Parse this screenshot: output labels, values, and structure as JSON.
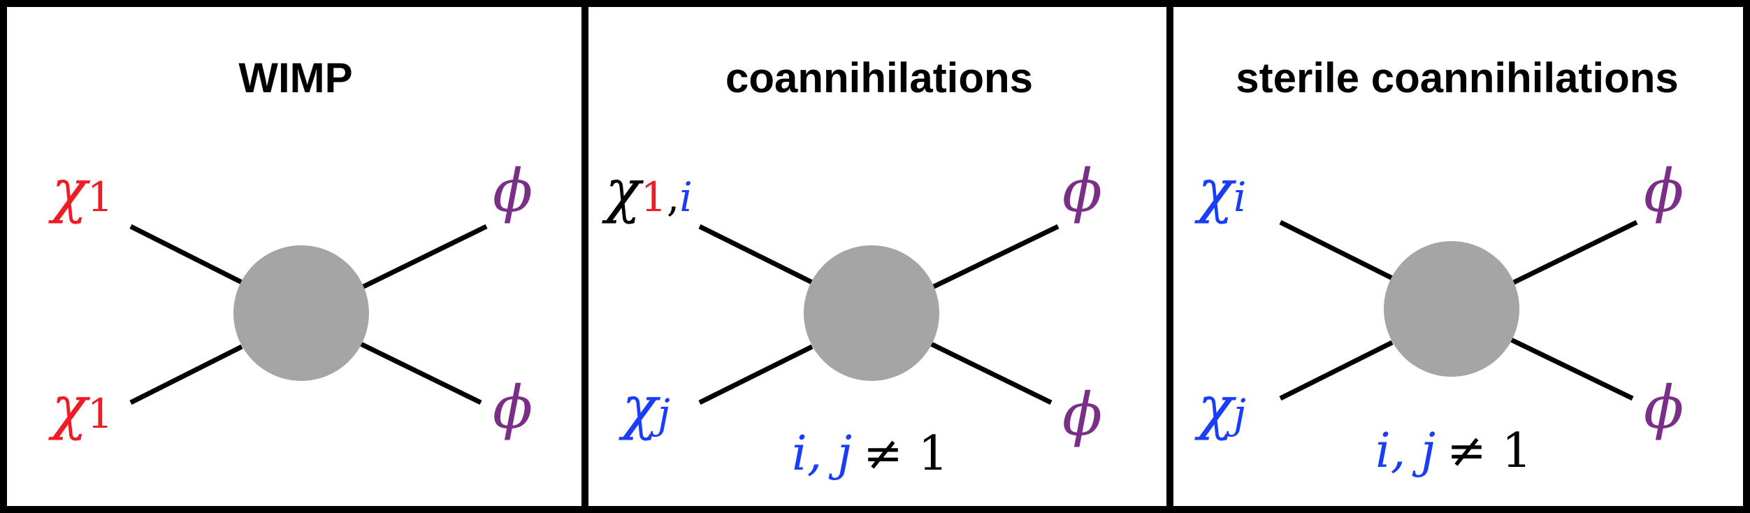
{
  "colors": {
    "red": "#ee1c25",
    "blue": "#1a3ef5",
    "purple": "#7a2f86",
    "black": "#000000",
    "blob": "#a5a5a5",
    "frame": "#000000"
  },
  "panels": [
    {
      "title": "WIMP",
      "in_top": {
        "base": "χ",
        "sub": "1"
      },
      "in_bottom": {
        "base": "χ",
        "sub": "1"
      },
      "out_top": "ϕ",
      "out_bottom": "ϕ"
    },
    {
      "title": "coannihilations",
      "in_top": {
        "base": "χ",
        "sub_a": "1",
        "sep": ",",
        "sub_b": "i"
      },
      "in_bottom": {
        "base": "χ",
        "sub": "j"
      },
      "out_top": "ϕ",
      "out_bottom": "ϕ",
      "condition": {
        "vars": "i, j",
        "rel": "≠ 1"
      }
    },
    {
      "title": "sterile coannihilations",
      "in_top": {
        "base": "χ",
        "sub": "i"
      },
      "in_bottom": {
        "base": "χ",
        "sub": "j"
      },
      "out_top": "ϕ",
      "out_bottom": "ϕ",
      "condition": {
        "vars": "i, j",
        "rel": "≠ 1"
      }
    }
  ]
}
